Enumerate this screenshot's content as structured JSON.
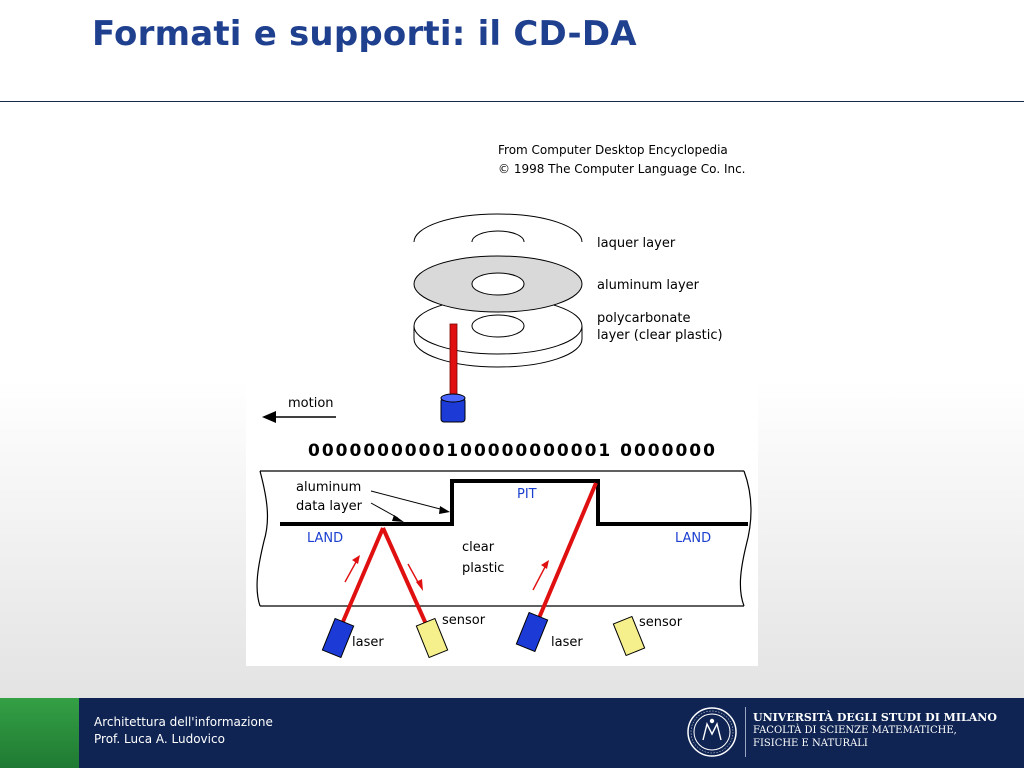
{
  "slide": {
    "title": "Formati e supporti: il CD-DA"
  },
  "diagram": {
    "credit_line1": "From Computer Desktop Encyclopedia",
    "credit_line2": "© 1998 The Computer Language Co. Inc.",
    "layer_labels": [
      "laquer layer",
      "aluminum layer",
      "polycarbonate",
      "layer (clear plastic)"
    ],
    "motion_label": "motion",
    "bit_string": "0000000000100000000001 0000000",
    "aluminum_label_line1": "aluminum",
    "aluminum_label_line2": "data layer",
    "pit_label": "PIT",
    "land_label": "LAND",
    "clear_plastic_line1": "clear",
    "clear_plastic_line2": "plastic",
    "sensor_label": "sensor",
    "laser_label": "laser",
    "colors": {
      "laser_blue": "#1c3ad6",
      "sensor_yellow": "#f5f08c",
      "beam_red": "#e01010",
      "label_blue": "#1a3fd0"
    }
  },
  "footer": {
    "course": "Architettura dell'informazione",
    "professor": "Prof. Luca A. Ludovico",
    "university": "UNIVERSITÀ DEGLI STUDI DI MILANO",
    "faculty_line1": "FACOLTÀ DI SCIENZE MATEMATICHE,",
    "faculty_line2": "FISICHE E NATURALI",
    "brand_green": "#2e9a3f",
    "brand_navy": "#0f2453"
  }
}
